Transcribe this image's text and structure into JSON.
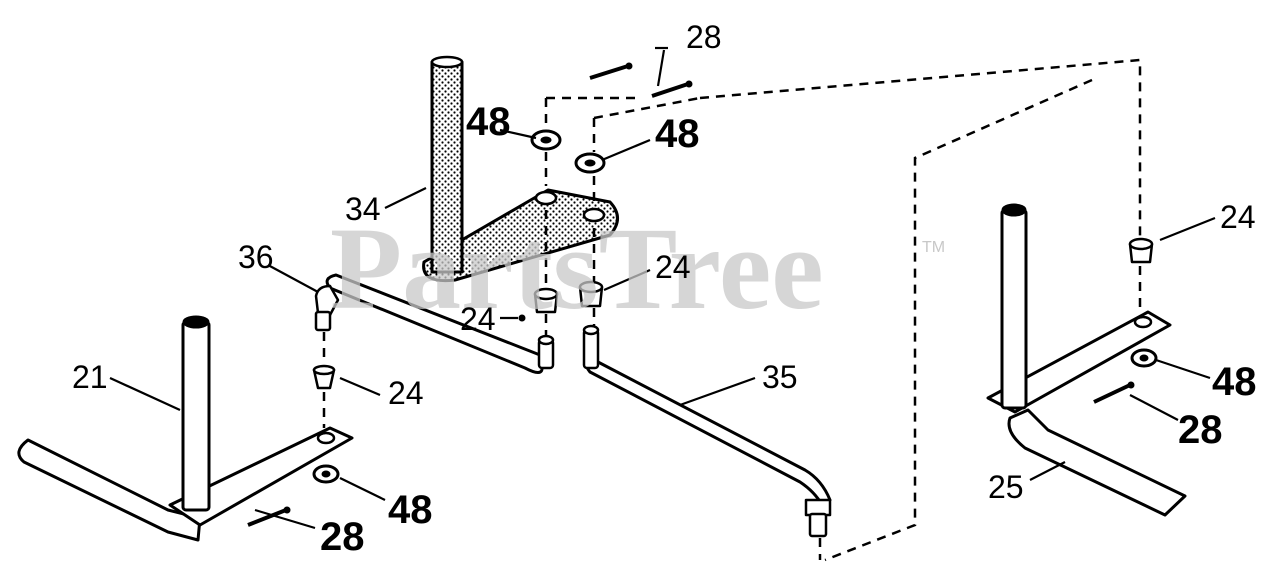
{
  "watermark": {
    "text": "PartsTree",
    "trademark": "TM"
  },
  "callouts": {
    "c21": "21",
    "c24a": "24",
    "c24b": "24",
    "c24c": "24",
    "c24d": "24",
    "c25": "25",
    "c28a": "28",
    "c28b": "28",
    "c28c": "28",
    "c34": "34",
    "c35": "35",
    "c36": "36",
    "c48a": "48",
    "c48b": "48",
    "c48c": "48",
    "c48d": "48"
  },
  "colors": {
    "ink": "#000000",
    "paper": "#ffffff",
    "watermark": "#c8c8c8"
  }
}
